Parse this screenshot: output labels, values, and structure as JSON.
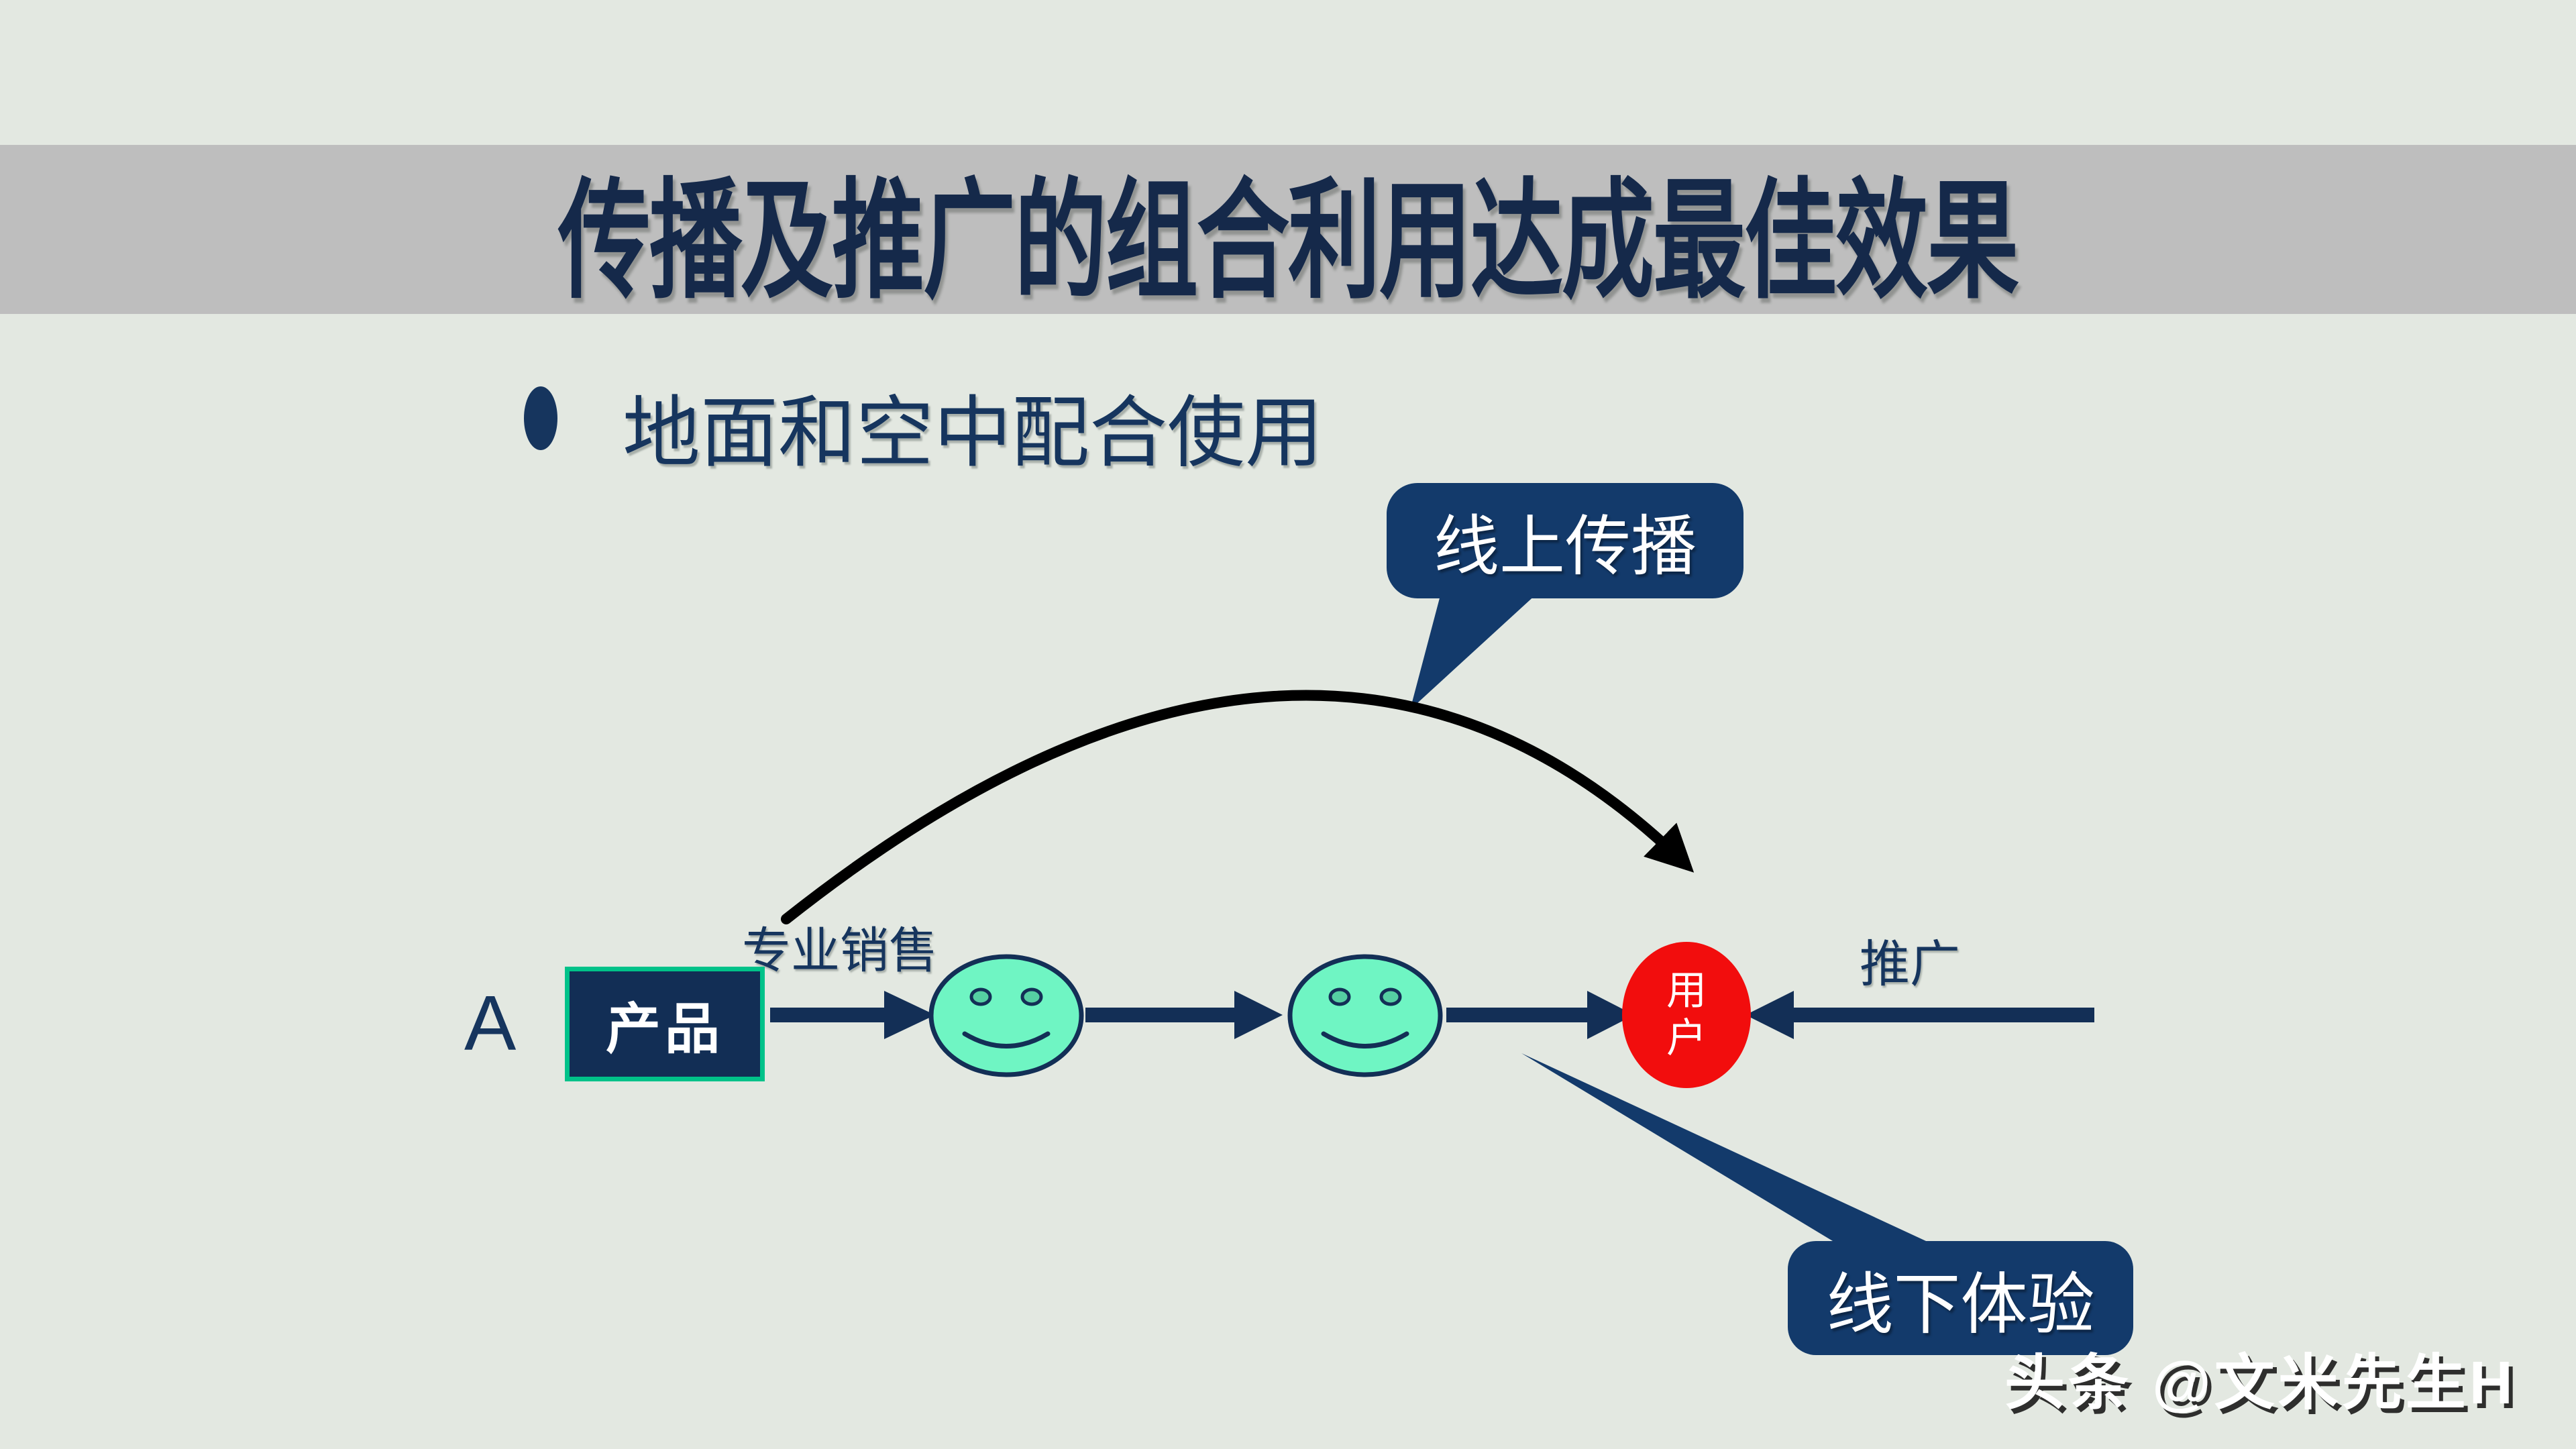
{
  "slide": {
    "banner": {
      "title": "传播及推广的组合利用达成最佳效果"
    },
    "bullet": {
      "text": "地面和空中配合使用"
    },
    "callouts": {
      "online_label": "线上传播",
      "offline_label": "线下体验"
    },
    "diagram": {
      "row_label": "A",
      "product_box_label": "产品",
      "sales_label": "专业销售",
      "promo_label": "推广",
      "user_line1": "用",
      "user_line2": "户"
    },
    "watermark": {
      "text": "头条 @文米先生H"
    },
    "colors": {
      "background": "#e3e8e1",
      "banner_bg": "#bebebe",
      "title_navy": "#15294a",
      "text_navy": "#16355e",
      "shape_navy": "#132f56",
      "callout_navy": "#133a6b",
      "product_box_fill": "#122e55",
      "product_box_border": "#00c289",
      "smiley_fill": "#6ff5c3",
      "smiley_eye_fill": "#55cfa2",
      "user_circle_red": "#f20d0d",
      "curve_arrow_black": "#000000",
      "watermark_white": "#ffffff"
    }
  }
}
